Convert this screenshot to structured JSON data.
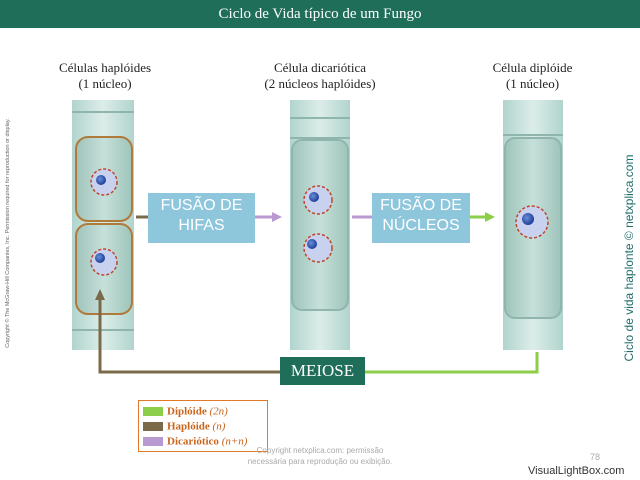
{
  "title": "Ciclo de Vida típico de um Fungo",
  "columns": [
    {
      "line1": "Células haplóides",
      "line2": "(1 núcleo)"
    },
    {
      "line1": "Célula dicariótica",
      "line2": "(2 núcleos haplóides)"
    },
    {
      "line1": "Célula diplóide",
      "line2": "(1 núcleo)"
    }
  ],
  "steps": {
    "hyphal_fusion": {
      "line1": "FUSÃO DE",
      "line2": "HIFAS"
    },
    "nuclear_fusion": {
      "line1": "FUSÃO DE",
      "line2": "NÚCLEOS"
    },
    "meiosis": "MEIOSE"
  },
  "legend": [
    {
      "label": "Diplóide",
      "notation": "(2n)",
      "color": "#8ccd4a"
    },
    {
      "label": "Haplóide",
      "notation": "(n)",
      "color": "#7a6a4a"
    },
    {
      "label": "Dicariótico",
      "notation": "(n+n)",
      "color": "#b89ad0"
    }
  ],
  "side_copyright": "Copyright © The McGraw-Hill Companies, Inc. Permission required for reproduction or display.",
  "side_credit": "Ciclo de vida haplonte © netxplica.com",
  "watermark": {
    "line1": "Copyright netxplica.com: permissão",
    "line2": "necessária para reprodução ou exibição."
  },
  "slide_number": "78",
  "site": "VisualLightBox.com",
  "colors": {
    "title_bar": "#1f6e5a",
    "fusion_box": "#8ec6dc",
    "legend_border": "#e07a2a",
    "haploid_arrow": "#7a6a4a",
    "dikaryotic_arrow": "#b89ad0",
    "diploid_arrow": "#8ccd4a"
  }
}
